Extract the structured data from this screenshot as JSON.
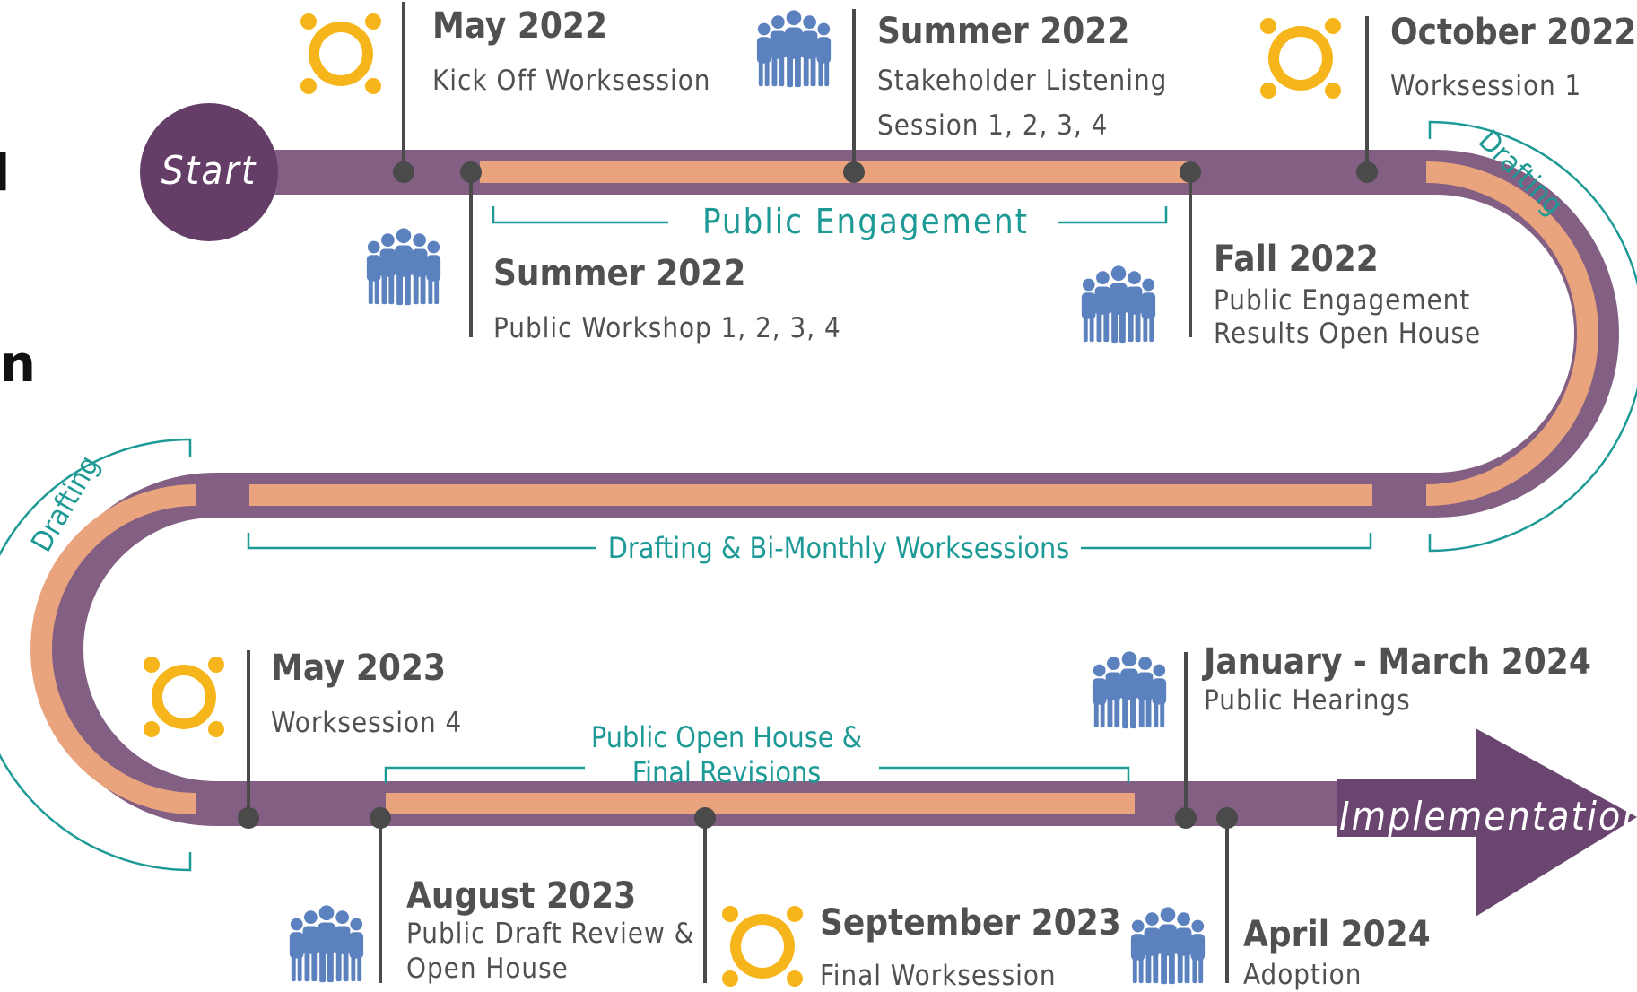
{
  "start_label": "Start",
  "end_label": "Implementation",
  "edge_fragments": {
    "top": "l",
    "middle": "n"
  },
  "colors": {
    "track": "#825f83",
    "track_dark": "#6a4570",
    "progress": "#e9a37d",
    "start_circle": "#643e66",
    "accent": "#1e9a96",
    "stem": "#4a4a4a",
    "people_icon": "#5b82bf",
    "team_icon": "#f5b51b",
    "date_text": "#505050"
  },
  "phases": {
    "public_engagement": "Public Engagement",
    "drafting_right": "Drafting",
    "drafting_left": "Drafting",
    "bimonthly": "Drafting & Bi-Monthly Worksessions",
    "open_house_line1": "Public Open House &",
    "open_house_line2": "Final Revisions"
  },
  "milestones": [
    {
      "id": "may-2022",
      "date": "May 2022",
      "lines": [
        "Kick Off Worksession"
      ],
      "icon": "team-icon"
    },
    {
      "id": "summer-2022-workshop",
      "date": "Summer 2022",
      "lines": [
        "Public Workshop 1, 2, 3, 4"
      ],
      "icon": "people-icon"
    },
    {
      "id": "summer-2022-listening",
      "date": "Summer 2022",
      "lines": [
        "Stakeholder Listening",
        "Session 1, 2, 3, 4"
      ],
      "icon": "people-icon"
    },
    {
      "id": "fall-2022",
      "date": "Fall 2022",
      "lines": [
        "Public Engagement",
        "Results Open House"
      ],
      "icon": "people-icon"
    },
    {
      "id": "october-2022",
      "date": "October 2022",
      "lines": [
        "Worksession 1"
      ],
      "icon": "team-icon"
    },
    {
      "id": "may-2023",
      "date": "May 2023",
      "lines": [
        "Worksession 4"
      ],
      "icon": "team-icon"
    },
    {
      "id": "august-2023",
      "date": "August 2023",
      "lines": [
        "Public Draft Review &",
        "Open House"
      ],
      "icon": "people-icon"
    },
    {
      "id": "september-2023",
      "date": "September 2023",
      "lines": [
        "Final Worksession"
      ],
      "icon": "team-icon"
    },
    {
      "id": "jan-mar-2024",
      "date": "January - March 2024",
      "lines": [
        "Public Hearings"
      ],
      "icon": "people-icon"
    },
    {
      "id": "april-2024",
      "date": "April 2024",
      "lines": [
        "Adoption"
      ],
      "icon": "people-icon"
    }
  ]
}
